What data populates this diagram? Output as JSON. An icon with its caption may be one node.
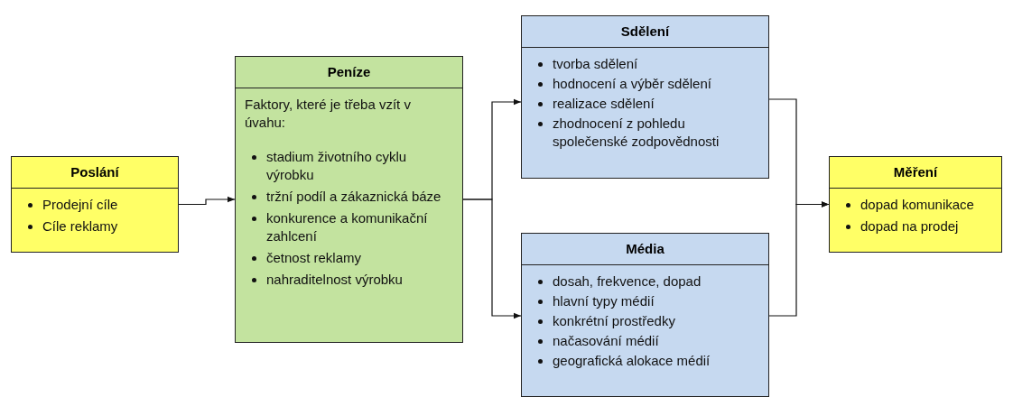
{
  "diagram": {
    "nodes": [
      {
        "text": [
          "Poslání",
          "Prodejní cíle",
          "Cíle reklamy"
        ]
      },
      {
        "text": [
          "Peníze",
          "Faktory, které je třeba vzít v úvahu:",
          "stadium životního cyklu výrobku",
          "tržní podíl a zákaznická báze",
          "konkurence a komunikační zahlcení",
          "četnost reklamy",
          "nahraditelnost výrobku"
        ]
      },
      {
        "text": [
          "Sdělení",
          "tvorba sdělení",
          "hodnocení a výběr sdělení",
          "realizace sdělení",
          "zhodnocení z pohledu společenské zodpovědnosti"
        ]
      },
      {
        "text": [
          "Média",
          "dosah, frekvence, dopad",
          "hlavní typy médií",
          "konkrétní prostředky",
          "načasování médií",
          "geografická alokace médií"
        ]
      },
      {
        "text": [
          "Měření",
          "dopad komunikace",
          "dopad na prodej"
        ]
      }
    ],
    "edges": [
      {
        "from": 0,
        "to": 1,
        "arrow": "to"
      },
      {
        "from": 1,
        "to": 2,
        "arrow": "to"
      },
      {
        "from": 1,
        "to": 3,
        "arrow": "to"
      },
      {
        "from": 2,
        "to": 4,
        "arrow": "to"
      },
      {
        "from": 3,
        "to": 4,
        "arrow": "to"
      }
    ]
  }
}
